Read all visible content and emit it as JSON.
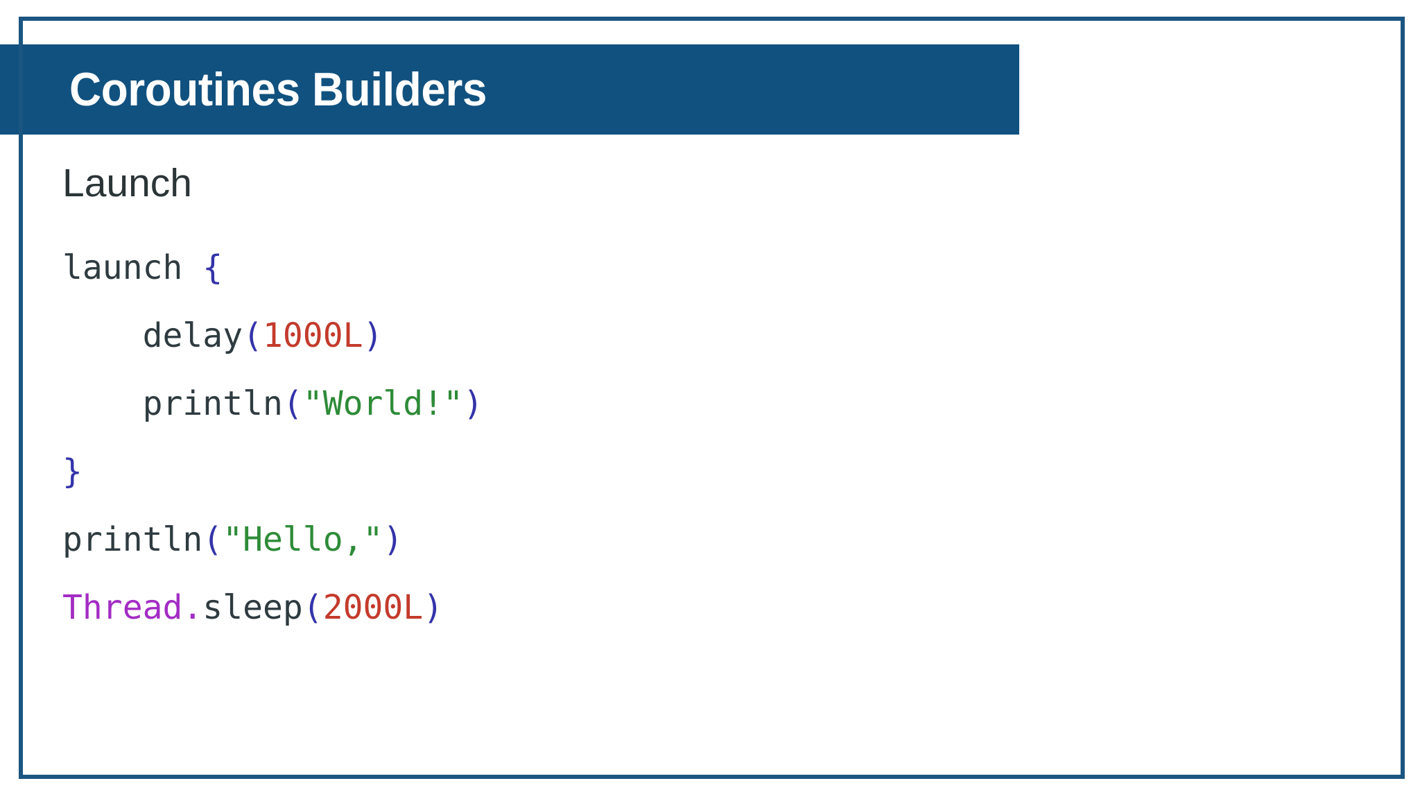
{
  "slide": {
    "title": "Coroutines Builders",
    "section_heading": "Launch",
    "accent_color": "#11517f",
    "frame_color": "#1b5581",
    "background_color": "#ffffff"
  },
  "syntax_colors": {
    "plain": "#2e3b40",
    "brace": "#3333aa",
    "paren": "#3333aa",
    "number": "#c43a2c",
    "string": "#2e8b38",
    "type": "#a32cc4"
  },
  "code": {
    "language": "kotlin",
    "full_text": "launch {\n    delay(1000L)\n    println(\"World!\")\n}\nprintln(\"Hello,\")\nThread.sleep(2000L)",
    "lines": [
      {
        "index": 1,
        "text": "launch {",
        "tokens": [
          {
            "t": "launch ",
            "c": "plain"
          },
          {
            "t": "{",
            "c": "brace"
          }
        ]
      },
      {
        "index": 2,
        "text": "    delay(1000L)",
        "tokens": [
          {
            "t": "    delay",
            "c": "plain"
          },
          {
            "t": "(",
            "c": "paren"
          },
          {
            "t": "1000L",
            "c": "number"
          },
          {
            "t": ")",
            "c": "paren"
          }
        ]
      },
      {
        "index": 3,
        "text": "    println(\"World!\")",
        "tokens": [
          {
            "t": "    println",
            "c": "plain"
          },
          {
            "t": "(",
            "c": "paren"
          },
          {
            "t": "\"World!\"",
            "c": "string"
          },
          {
            "t": ")",
            "c": "paren"
          }
        ]
      },
      {
        "index": 4,
        "text": "}",
        "tokens": [
          {
            "t": "}",
            "c": "brace"
          }
        ]
      },
      {
        "index": 5,
        "text": "println(\"Hello,\")",
        "tokens": [
          {
            "t": "println",
            "c": "plain"
          },
          {
            "t": "(",
            "c": "paren"
          },
          {
            "t": "\"Hello,\"",
            "c": "string"
          },
          {
            "t": ")",
            "c": "paren"
          }
        ]
      },
      {
        "index": 6,
        "text": "Thread.sleep(2000L)",
        "tokens": [
          {
            "t": "Thread",
            "c": "type"
          },
          {
            "t": ".",
            "c": "type"
          },
          {
            "t": "sleep",
            "c": "plain"
          },
          {
            "t": "(",
            "c": "paren"
          },
          {
            "t": "2000L",
            "c": "number"
          },
          {
            "t": ")",
            "c": "paren"
          }
        ]
      }
    ]
  }
}
